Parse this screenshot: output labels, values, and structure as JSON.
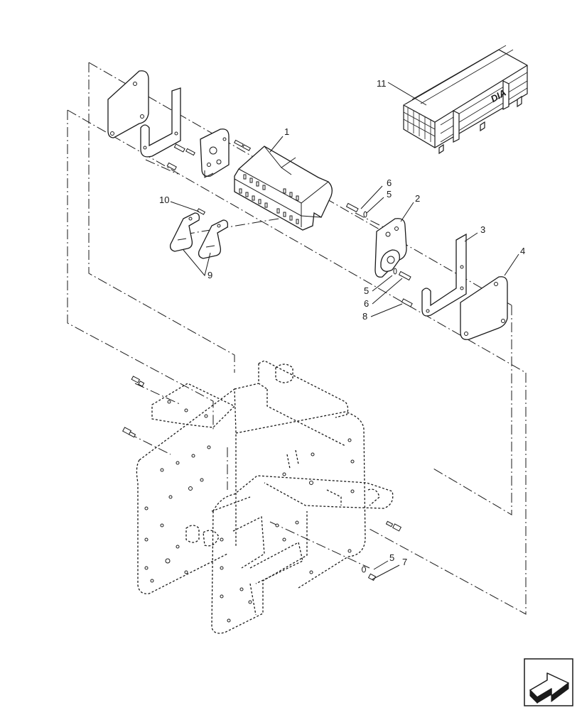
{
  "callouts": [
    {
      "id": "c1",
      "text": "1"
    },
    {
      "id": "c2",
      "text": "2"
    },
    {
      "id": "c3",
      "text": "3"
    },
    {
      "id": "c4",
      "text": "4"
    },
    {
      "id": "c5a",
      "text": "5"
    },
    {
      "id": "c5b",
      "text": "5"
    },
    {
      "id": "c5c",
      "text": "5"
    },
    {
      "id": "c6a",
      "text": "6"
    },
    {
      "id": "c6b",
      "text": "6"
    },
    {
      "id": "c7",
      "text": "7"
    },
    {
      "id": "c8",
      "text": "8"
    },
    {
      "id": "c9",
      "text": "9"
    },
    {
      "id": "c10",
      "text": "10"
    },
    {
      "id": "c11",
      "text": "11"
    }
  ],
  "crate_stamp": "DIA",
  "icons": {
    "nav": "next-page-arrow-icon"
  }
}
